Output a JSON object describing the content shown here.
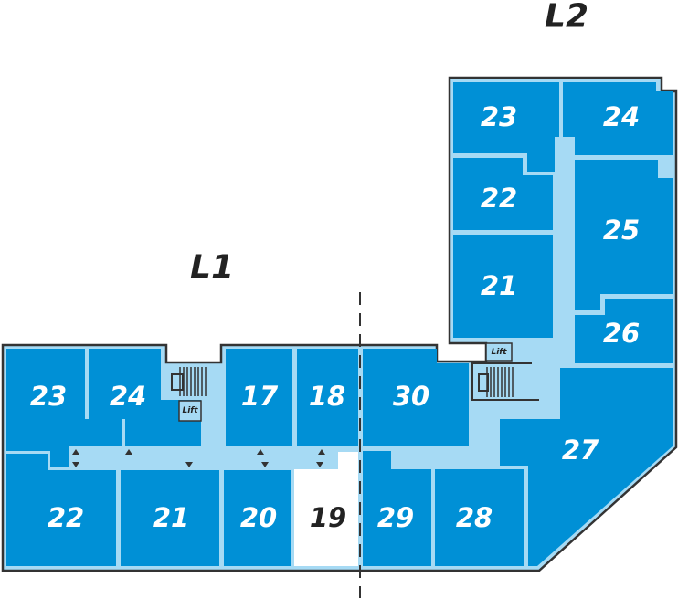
{
  "levels": {
    "l1": "L1",
    "l2": "L2"
  },
  "lift_label": "Lift",
  "rooms_l1": {
    "r23": "23",
    "r24": "24",
    "r17": "17",
    "r18": "18",
    "r30": "30",
    "r22": "22",
    "r21": "21",
    "r20": "20",
    "r19": "19",
    "r29": "29",
    "r28": "28"
  },
  "rooms_l2": {
    "r23": "23",
    "r24": "24",
    "r22": "22",
    "r25": "25",
    "r21": "21",
    "r26": "26",
    "r27": "27"
  },
  "colors": {
    "room": "#0090d6",
    "corridor": "#a6daf4",
    "outline": "#333333",
    "vacant": "#ffffff"
  }
}
